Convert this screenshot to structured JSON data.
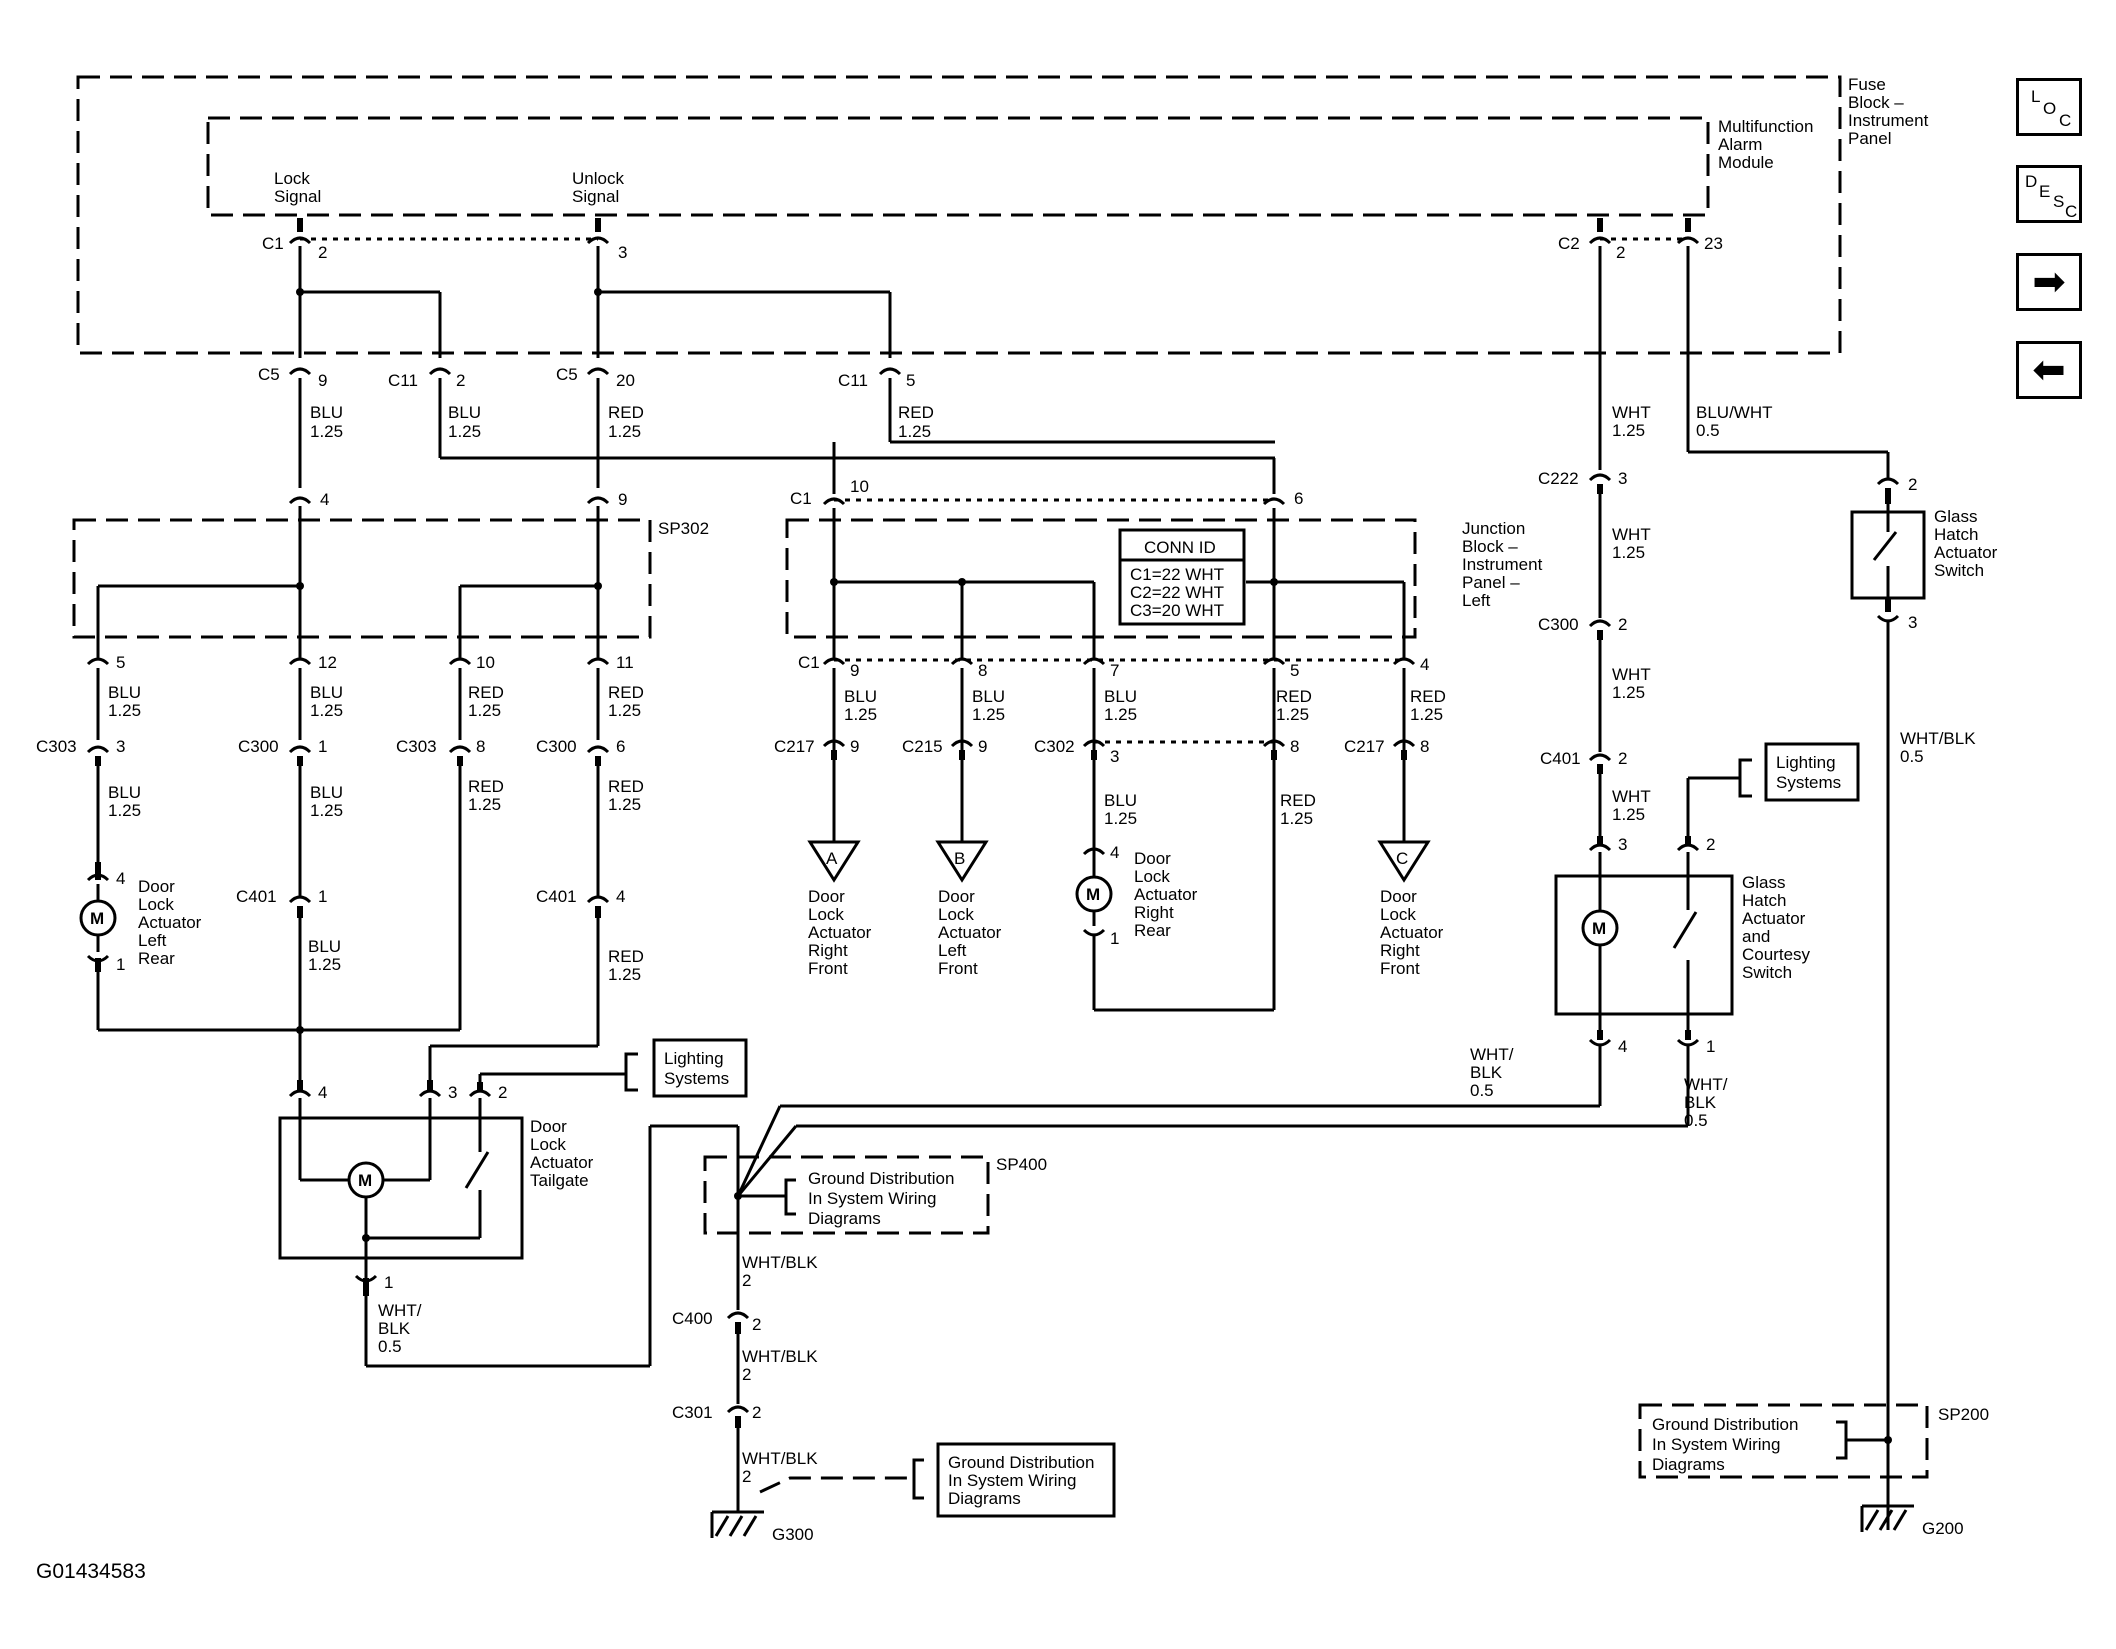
{
  "figure_id": "G01434583",
  "nav": {
    "loc_letters": [
      "L",
      "O",
      "C"
    ],
    "desc_letters": [
      "D",
      "E",
      "S",
      "C"
    ],
    "next_arrow": "➡",
    "prev_arrow": "⬅"
  },
  "components": {
    "fuse_block": [
      "Fuse",
      "Block –",
      "Instrument",
      "Panel"
    ],
    "multifunction_alarm_module": [
      "Multifunction",
      "Alarm",
      "Module"
    ],
    "lock_signal": [
      "Lock",
      "Signal"
    ],
    "unlock_signal": [
      "Unlock",
      "Signal"
    ],
    "junction_block": [
      "Junction",
      "Block –",
      "Instrument",
      "Panel –",
      "Left"
    ],
    "conn_id": {
      "title": "CONN ID",
      "lines": [
        "C1=22 WHT",
        "C2=22 WHT",
        "C3=20 WHT"
      ]
    },
    "splice_sp302": "SP302",
    "splice_sp400": "SP400",
    "splice_sp200": "SP200",
    "door_lock_left_rear": [
      "Door",
      "Lock",
      "Actuator",
      "Left",
      "Rear"
    ],
    "door_lock_right_rear": [
      "Door",
      "Lock",
      "Actuator",
      "Right",
      "Rear"
    ],
    "door_lock_tailgate": [
      "Door",
      "Lock",
      "Actuator",
      "Tailgate"
    ],
    "ref_a": {
      "letter": "A",
      "text": [
        "Door",
        "Lock",
        "Actuator",
        "Right",
        "Front"
      ]
    },
    "ref_b": {
      "letter": "B",
      "text": [
        "Door",
        "Lock",
        "Actuator",
        "Left",
        "Front"
      ]
    },
    "ref_c": {
      "letter": "C",
      "text": [
        "Door",
        "Lock",
        "Actuator",
        "Right",
        "Front"
      ]
    },
    "lighting_systems": [
      "Lighting",
      "Systems"
    ],
    "glass_hatch_actuator_switch": [
      "Glass",
      "Hatch",
      "Actuator",
      "Switch"
    ],
    "glass_hatch_actuator_courtesy": [
      "Glass",
      "Hatch",
      "Actuator",
      "and",
      "Courtesy",
      "Switch"
    ],
    "ground_distribution": [
      "Ground Distribution",
      "In System Wiring",
      "Diagrams"
    ],
    "ground_g300": "G300",
    "ground_g200": "G200",
    "motor": "M"
  },
  "wires": {
    "blu": "BLU",
    "red": "RED",
    "wht": "WHT",
    "blu_wht": "BLU/WHT",
    "wht_blk": "WHT/BLK",
    "wht_slash": "WHT/",
    "blk": "BLK",
    "g125": "1.25",
    "g05": "0.5",
    "g2": "2"
  },
  "connectors": {
    "c1": "C1",
    "c2": "C2",
    "c5": "C5",
    "c11": "C11",
    "c217": "C217",
    "c215": "C215",
    "c222": "C222",
    "c300": "C300",
    "c301": "C301",
    "c302": "C302",
    "c303": "C303",
    "c400": "C400",
    "c401": "C401"
  },
  "pins": {
    "p1": "1",
    "p2": "2",
    "p3": "3",
    "p4": "4",
    "p5": "5",
    "p6": "6",
    "p7": "7",
    "p8": "8",
    "p9": "9",
    "p10": "10",
    "p11": "11",
    "p12": "12",
    "p20": "20",
    "p23": "23"
  }
}
